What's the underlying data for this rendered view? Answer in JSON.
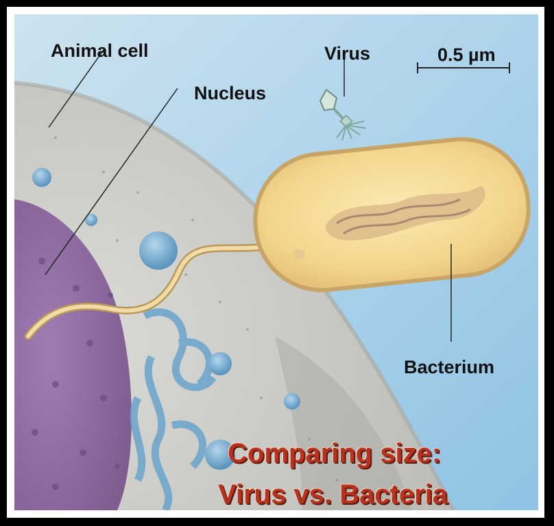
{
  "labels": {
    "animal_cell": "Animal cell",
    "nucleus": "Nucleus",
    "virus": "Virus",
    "scale": "0.5 µm",
    "bacterium": "Bacterium"
  },
  "title": {
    "line1": "Comparing size:",
    "line2": "Virus vs. Bacteria"
  },
  "colors": {
    "frame": "#000000",
    "background_sky": "#a9d3ea",
    "cell": "#c9c9c4",
    "nucleus": "#8f6aa0",
    "bacterium": "#f3dc8e",
    "title": "#b8321d"
  }
}
